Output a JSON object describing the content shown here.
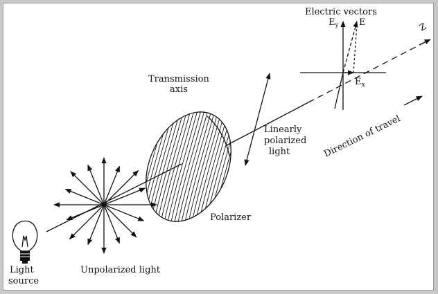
{
  "labels": {
    "light_source_line1": "Light",
    "light_source_line2": "source",
    "unpolarized": "Unpolarized light",
    "transmission_line1": "Transmission",
    "transmission_line2": "axis",
    "polarizer": "Polarizer",
    "linear_line1": "Linearly",
    "linear_line2": "polarized",
    "linear_line3": "light",
    "direction": "Direction of travel",
    "electric_vectors": "Electric vectors",
    "e_y_main": "E",
    "e_y_sub": "y",
    "e_main": "E",
    "e_x_main": "E",
    "e_x_sub": "x",
    "z_axis": "Z"
  },
  "colors": {
    "ink": "#111111",
    "frame_bg": "#ffffff",
    "outer_bg": "#c8c8c8"
  }
}
